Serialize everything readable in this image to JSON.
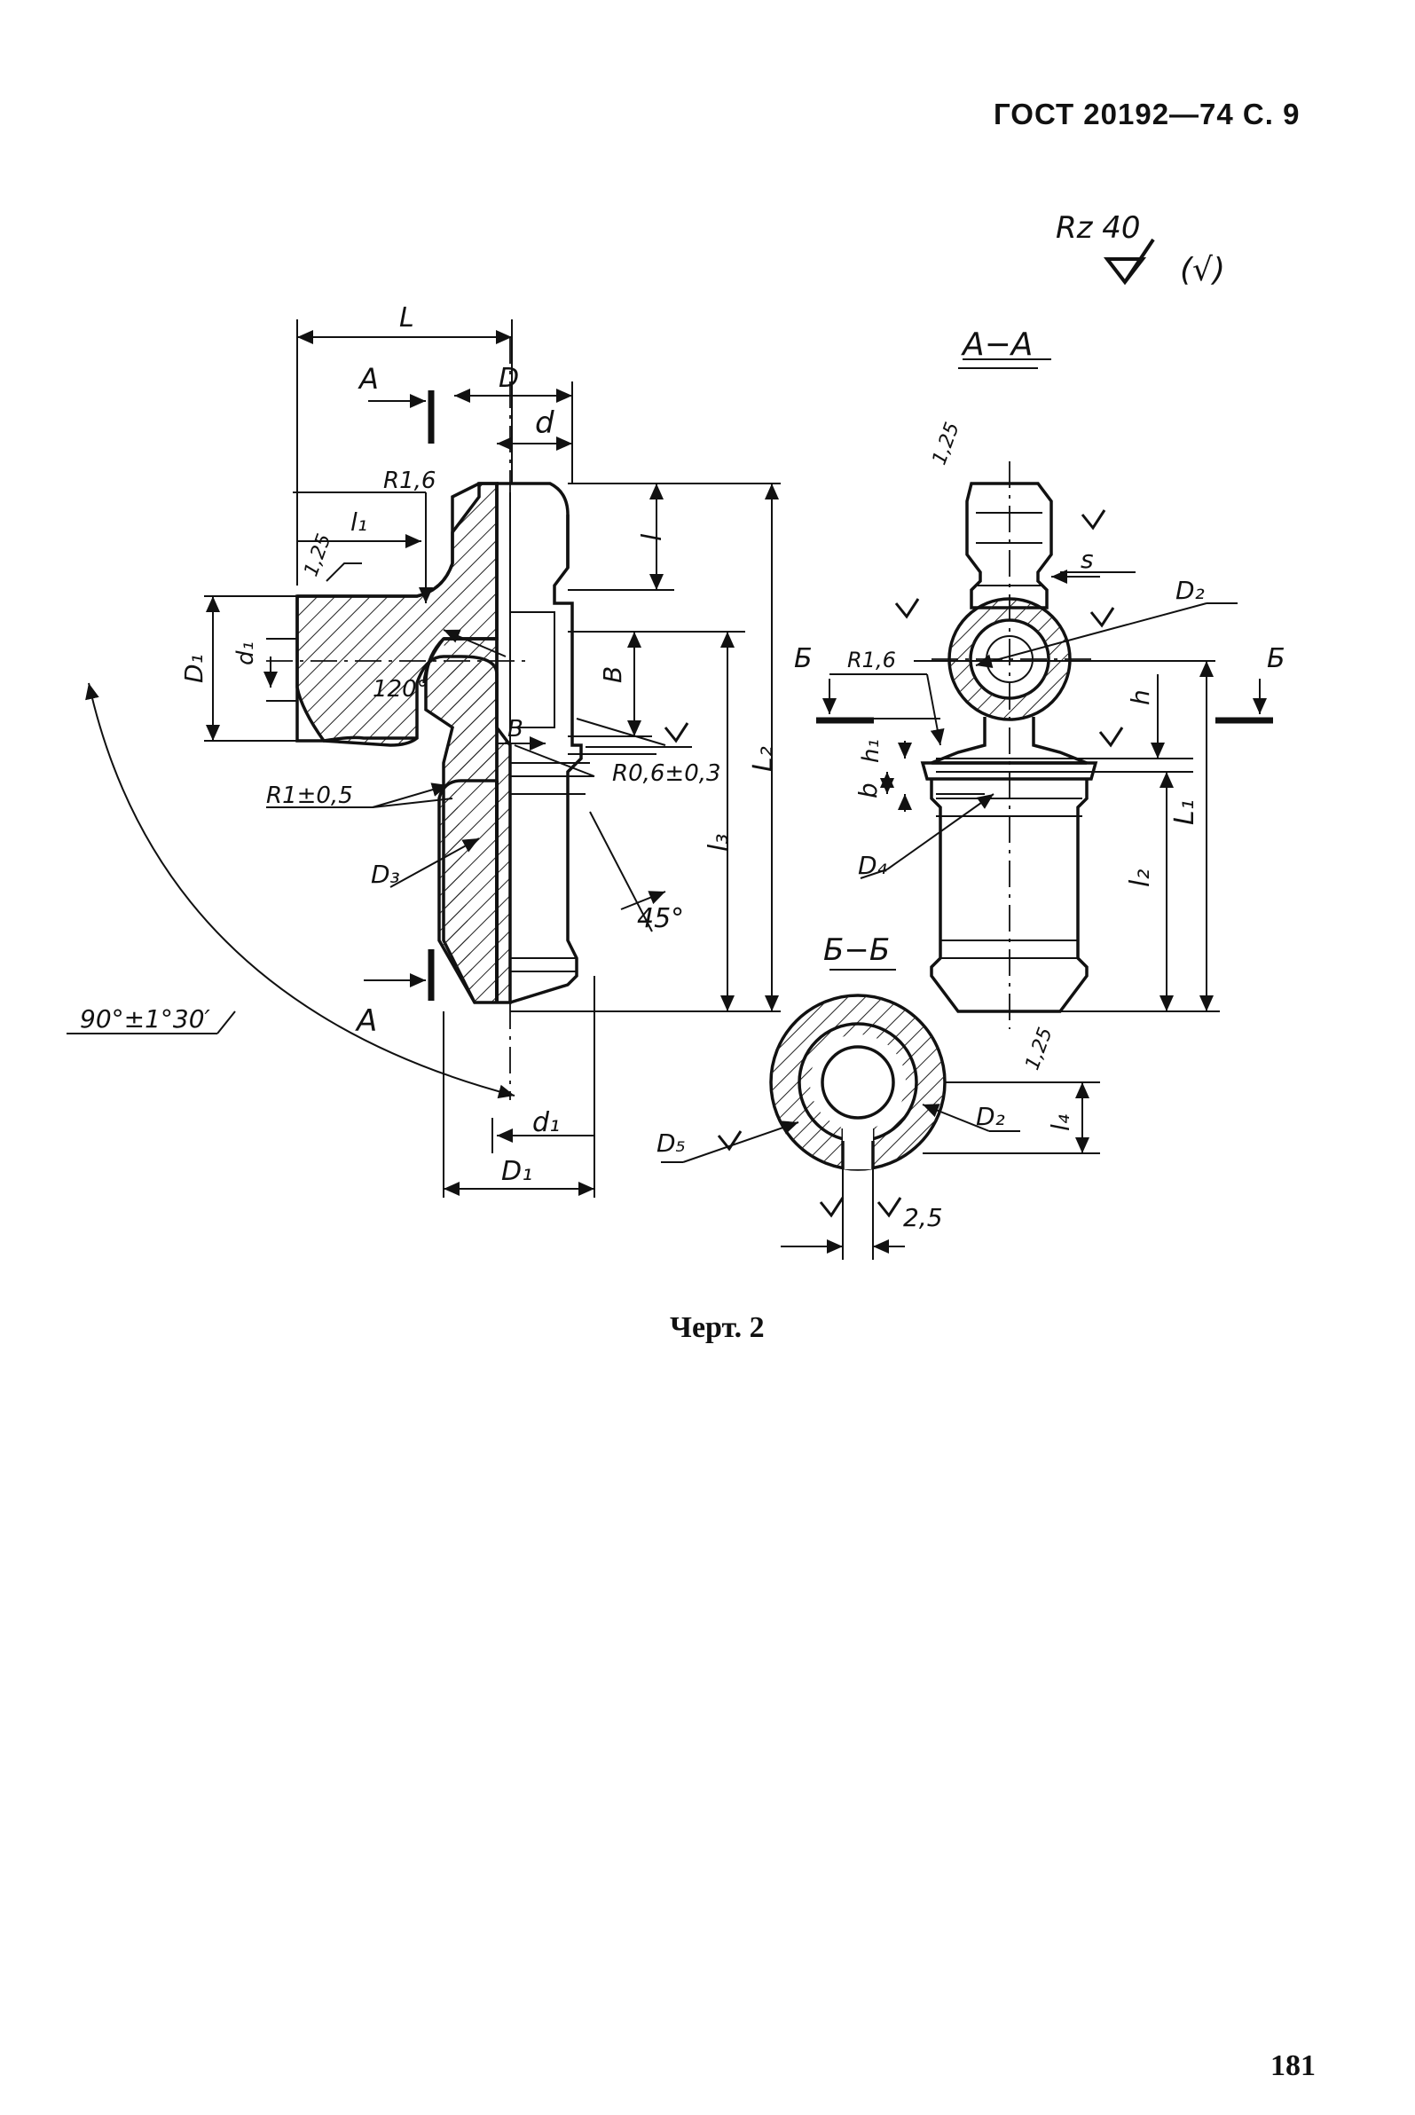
{
  "header": {
    "standard_ref": "ГОСТ 20192—74 С. 9"
  },
  "roughness": {
    "general": "Rz 40",
    "bracket": "(√)",
    "r125_a": "1,25",
    "r125_b": "1,25",
    "r125_c": "1,25"
  },
  "labels": {
    "L": "L",
    "A_top": "A",
    "A_bottom": "A",
    "D": "D",
    "d": "d",
    "R16_left": "R1,6",
    "l1": "l₁",
    "l": "l",
    "D1_left": "D₁",
    "d1_left": "d₁",
    "angle120": "120°",
    "B_right": "B",
    "B_lower": "B",
    "R1": "R1±0,5",
    "R06": "R0,6±0,3",
    "L2": "L₂",
    "l3": "l₃",
    "D3": "D₃",
    "angle45": "45°",
    "angle90": "90°±1°30′",
    "d1_bottom": "d₁",
    "D1_bottom": "D₁"
  },
  "section_AA": {
    "title": "А−А",
    "s": "s",
    "D2": "D₂",
    "B_cut": "Б",
    "R16": "R1,6",
    "h": "h",
    "h1": "h₁",
    "b": "b",
    "D4": "D₄",
    "l2": "l₂",
    "L1": "L₁"
  },
  "section_BB": {
    "title": "Б−Б",
    "D2": "D₂",
    "l4": "l₄",
    "D5": "D₅",
    "dim25": "2,5"
  },
  "caption": "Черт. 2",
  "page_number": "181"
}
